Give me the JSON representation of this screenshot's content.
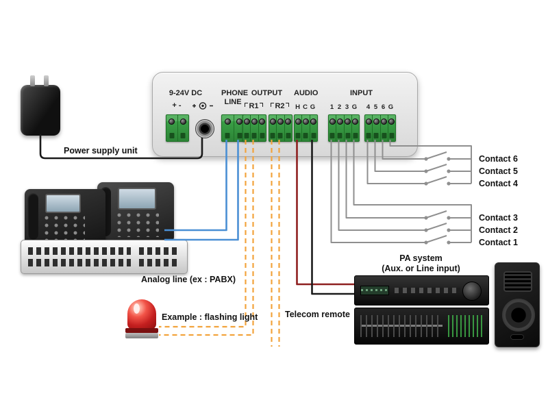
{
  "colors": {
    "wire-power": "#1a1a1a",
    "wire-phone": "#4a8fd4",
    "wire-output": "#f2a33c",
    "wire-audio-signal": "#8e1f1f",
    "wire-audio-ground": "#1a1a1a",
    "wire-contact": "#8f8f8f",
    "terminal-green": "#3fa84c"
  },
  "device": {
    "power_section": {
      "title": "9-24V DC",
      "polarity": "+  -"
    },
    "phone_section": {
      "line1": "PHONE",
      "line2": "LINE"
    },
    "output_section": {
      "title": "OUTPUT",
      "r1": "R1",
      "r2": "R2"
    },
    "audio_section": {
      "title": "AUDIO",
      "pins": [
        "H",
        "C",
        "G"
      ]
    },
    "input_section": {
      "title": "INPUT",
      "block1_pins": [
        "1",
        "2",
        "3",
        "G"
      ],
      "block2_pins": [
        "4",
        "5",
        "6",
        "G"
      ]
    }
  },
  "labels": {
    "power_supply": "Power supply unit",
    "analog_line": "Analog line (ex : PABX)",
    "flashing_light": "Example : flashing light",
    "telecom_remote": "Telecom remote",
    "pa_system_line1": "PA system",
    "pa_system_line2": "(Aux. or Line input)"
  },
  "contacts": [
    "Contact 6",
    "Contact 5",
    "Contact 4",
    "Contact 3",
    "Contact 2",
    "Contact 1"
  ]
}
